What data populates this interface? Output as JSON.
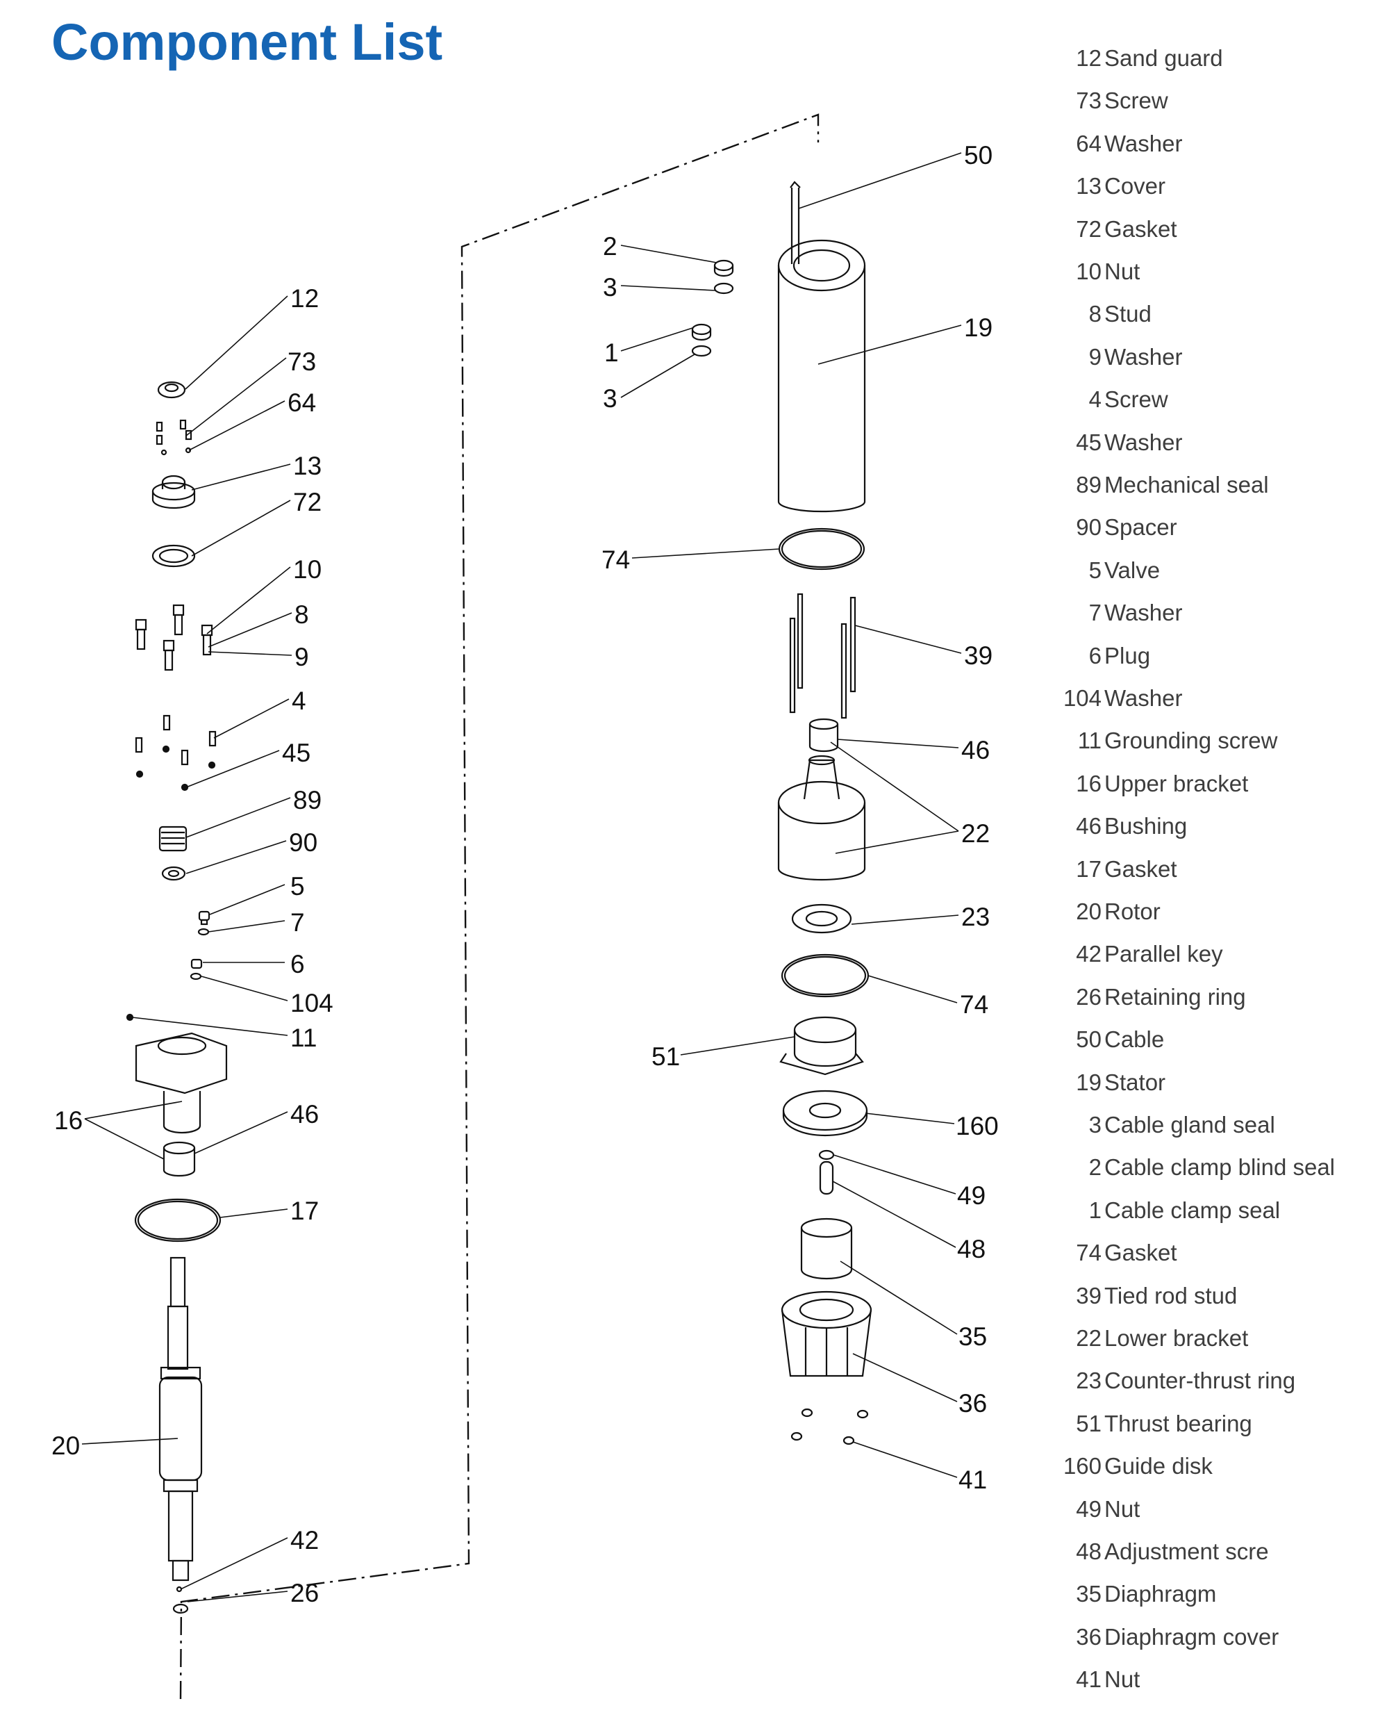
{
  "title": "Component List",
  "colors": {
    "title": "#1565b4",
    "text": "#3d3d3d",
    "lines": "#111111"
  },
  "components": [
    {
      "number": "12",
      "name": "Sand guard"
    },
    {
      "number": "73",
      "name": "Screw"
    },
    {
      "number": "64",
      "name": "Washer"
    },
    {
      "number": "13",
      "name": "Cover"
    },
    {
      "number": "72",
      "name": "Gasket"
    },
    {
      "number": "10",
      "name": "Nut"
    },
    {
      "number": "8",
      "name": "Stud"
    },
    {
      "number": "9",
      "name": "Washer"
    },
    {
      "number": "4",
      "name": "Screw"
    },
    {
      "number": "45",
      "name": "Washer"
    },
    {
      "number": "89",
      "name": "Mechanical seal"
    },
    {
      "number": "90",
      "name": "Spacer"
    },
    {
      "number": "5",
      "name": "Valve"
    },
    {
      "number": "7",
      "name": "Washer"
    },
    {
      "number": "6",
      "name": "Plug"
    },
    {
      "number": "104",
      "name": "Washer"
    },
    {
      "number": "11",
      "name": "Grounding screw"
    },
    {
      "number": "16",
      "name": "Upper bracket"
    },
    {
      "number": "46",
      "name": "Bushing"
    },
    {
      "number": "17",
      "name": "Gasket"
    },
    {
      "number": "20",
      "name": "Rotor"
    },
    {
      "number": "42",
      "name": "Parallel key"
    },
    {
      "number": "26",
      "name": "Retaining ring"
    },
    {
      "number": "50",
      "name": "Cable"
    },
    {
      "number": "19",
      "name": "Stator"
    },
    {
      "number": "3",
      "name": "Cable gland seal"
    },
    {
      "number": "2",
      "name": "Cable clamp blind seal"
    },
    {
      "number": "1",
      "name": "Cable clamp seal"
    },
    {
      "number": "74",
      "name": "Gasket"
    },
    {
      "number": "39",
      "name": "Tied rod stud"
    },
    {
      "number": "22",
      "name": "Lower bracket"
    },
    {
      "number": "23",
      "name": "Counter-thrust ring"
    },
    {
      "number": "51",
      "name": "Thrust bearing"
    },
    {
      "number": "160",
      "name": "Guide disk"
    },
    {
      "number": "49",
      "name": "Nut"
    },
    {
      "number": "48",
      "name": "Adjustment scre"
    },
    {
      "number": "35",
      "name": "Diaphragm"
    },
    {
      "number": "36",
      "name": "Diaphragm cover"
    },
    {
      "number": "41",
      "name": "Nut"
    }
  ],
  "callouts": {
    "c12": "12",
    "c73": "73",
    "c64": "64",
    "c13": "13",
    "c72": "72",
    "c10": "10",
    "c8": "8",
    "c9": "9",
    "c4": "4",
    "c45": "45",
    "c89": "89",
    "c90": "90",
    "c5": "5",
    "c7": "7",
    "c6": "6",
    "c104": "104",
    "c11": "11",
    "c16": "16",
    "c46a": "46",
    "c17": "17",
    "c20": "20",
    "c42": "42",
    "c26": "26",
    "c2": "2",
    "c3a": "3",
    "c1": "1",
    "c3b": "3",
    "c50": "50",
    "c19": "19",
    "c74a": "74",
    "c39": "39",
    "c46b": "46",
    "c22": "22",
    "c23": "23",
    "c74b": "74",
    "c51": "51",
    "c160": "160",
    "c49": "49",
    "c48": "48",
    "c35": "35",
    "c36": "36",
    "c41": "41"
  }
}
